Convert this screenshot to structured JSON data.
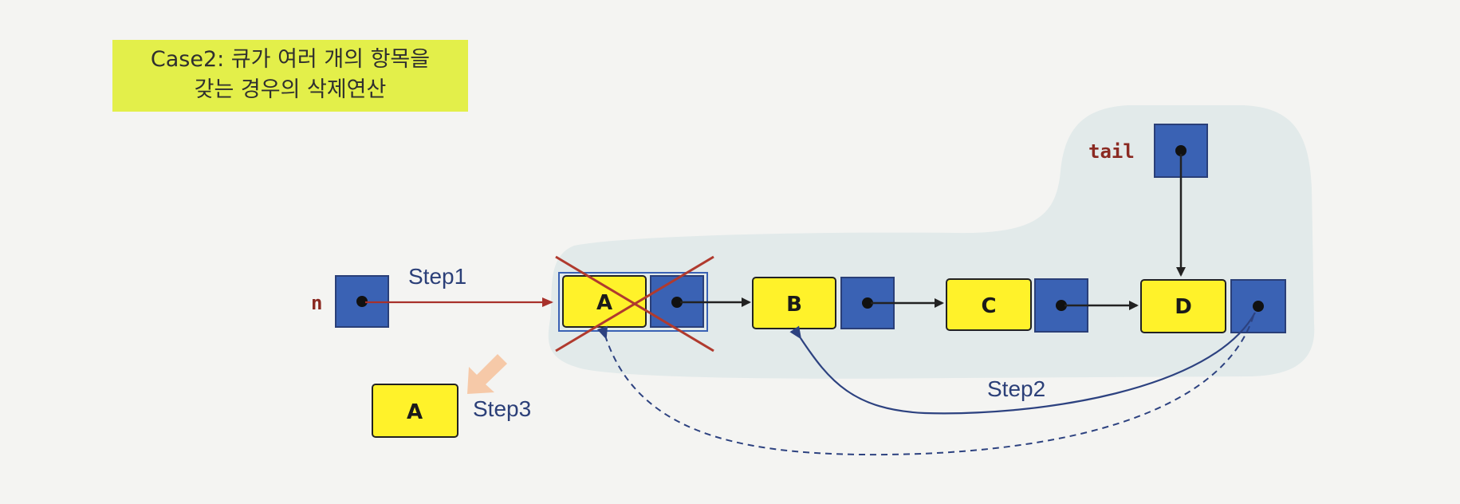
{
  "caption": {
    "line1": "Case2: 큐가 여러 개의 항목을",
    "line2": "갖는 경우의 삭제연산"
  },
  "pointers": {
    "n": "n",
    "tail": "tail"
  },
  "nodes": [
    "A",
    "B",
    "C",
    "D"
  ],
  "removed_node": "A",
  "steps": {
    "step1": "Step1",
    "step2": "Step2",
    "step3": "Step3"
  },
  "colors": {
    "data_cell": "#fff22a",
    "link_cell": "#3a62b4",
    "cross": "#b03a2e",
    "step1_arrow": "#a8312b",
    "step2_arrow": "#2d4280",
    "highlight": "#e2eaea",
    "caption_bg": "#e3ef4a",
    "step3_arrow": "#f6c9a8"
  }
}
